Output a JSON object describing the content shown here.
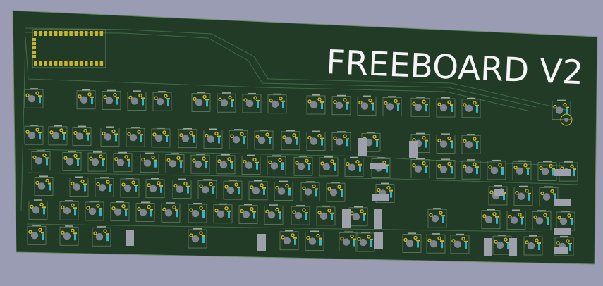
{
  "board": {
    "title": "FREEBOARD V2",
    "colors": {
      "background": "#9a9cb4",
      "board": "#223b26",
      "trace": "#3f6a45",
      "outline": "#6d8a6a",
      "pad_gold": "#c9b42a",
      "switch_body": "#7f8590",
      "diode": "#38b2c8",
      "label": "#d7d7d7",
      "stabilizer": "#9ea0ac"
    },
    "microcontroller_icon": "microcontroller-footprint",
    "connector_icon": "usb-connector-footprint"
  }
}
